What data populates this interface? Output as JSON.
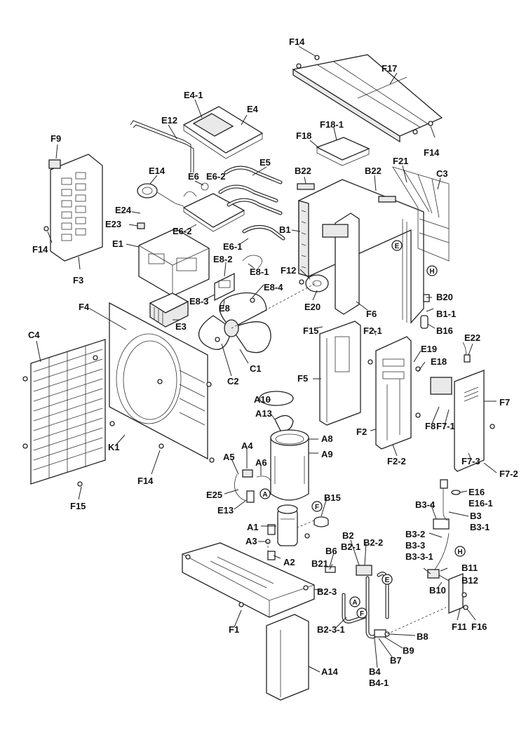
{
  "labels": {
    "F14_top": "F14",
    "F17": "F17",
    "F14_right": "F14",
    "F18_1": "F18-1",
    "F18": "F18",
    "E4_1": "E4-1",
    "E4": "E4",
    "E12": "E12",
    "F9": "F9",
    "E14": "E14",
    "E6": "E6",
    "E6_2a": "E6-2",
    "E5": "E5",
    "B22_left": "B22",
    "B22_right": "B22",
    "F21": "F21",
    "C3": "C3",
    "E24": "E24",
    "E23": "E23",
    "E6_2b": "E6-2",
    "E1": "E1",
    "F14_left": "F14",
    "B1": "B1",
    "E6_1": "E6-1",
    "E8_2": "E8-2",
    "E8_1": "E8-1",
    "F12": "F12",
    "E8_4": "E8-4",
    "F3": "F3",
    "E8_3": "E8-3",
    "E8": "E8",
    "B20": "B20",
    "B1_1": "B1-1",
    "E20": "E20",
    "F4": "F4",
    "E3": "E3",
    "F6": "F6",
    "F15_mid": "F15",
    "F2_1": "F2-1",
    "B16": "B16",
    "E22": "E22",
    "C4": "C4",
    "C1": "C1",
    "C2": "C2",
    "F5": "F5",
    "E19": "E19",
    "E18": "E18",
    "A10": "A10",
    "F7": "F7",
    "A13": "A13",
    "F8": "F8",
    "F7_1": "F7-1",
    "F2": "F2",
    "K1": "K1",
    "A8": "A8",
    "A4": "A4",
    "A9": "A9",
    "A5": "A5",
    "A6": "A6",
    "F14_bottom": "F14",
    "F2_2": "F2-2",
    "F7_3": "F7-3",
    "F7_2": "F7-2",
    "F15_bottom": "F15",
    "E25": "E25",
    "E16": "E16",
    "E16_1": "E16-1",
    "B15": "B15",
    "E13": "E13",
    "B3_4": "B3-4",
    "B3": "B3",
    "B3_1": "B3-1",
    "A1": "A1",
    "B2": "B2",
    "B2_2": "B2-2",
    "B2_1": "B2-1",
    "B3_2": "B3-2",
    "A3": "A3",
    "B6": "B6",
    "B3_3": "B3-3",
    "B3_3_1": "B3-3-1",
    "A2": "A2",
    "B21": "B21",
    "B11": "B11",
    "B12": "B12",
    "B10": "B10",
    "B2_3": "B2-3",
    "F1": "F1",
    "F11": "F11",
    "F16": "F16",
    "B2_3_1": "B2-3-1",
    "B8": "B8",
    "B9": "B9",
    "B7": "B7",
    "A14": "A14",
    "B4": "B4",
    "B4_1": "B4-1"
  },
  "connectors": {
    "A_mid": "A",
    "A_low": "A",
    "E_right": "E",
    "E_coil": "E",
    "F_mid": "F",
    "F_low": "F",
    "H_coil": "H",
    "H_right": "H"
  }
}
